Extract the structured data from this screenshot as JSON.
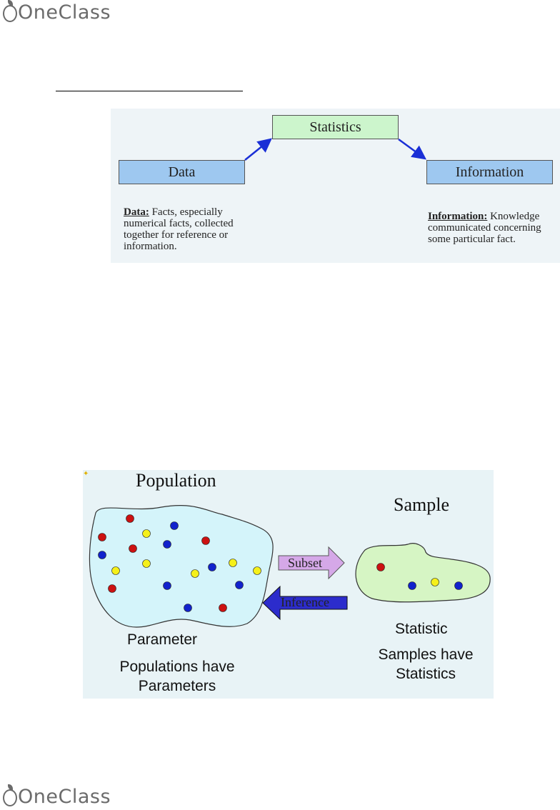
{
  "brand": {
    "name": "OneClass"
  },
  "diagram1": {
    "boxes": {
      "statistics": "Statistics",
      "data": "Data",
      "information": "Information"
    },
    "definitions": {
      "data_term": "Data:",
      "data_text": "Facts, especially numerical facts, collected together for reference or information.",
      "information_term": "Information:",
      "information_text": "Knowledge communicated concerning some particular fact."
    },
    "colors": {
      "box_blue": "#9ec8f0",
      "box_green": "#ccf5cc",
      "arrow": "#1a2fd6",
      "background": "#eef4f7"
    }
  },
  "diagram2": {
    "population_title": "Population",
    "sample_title": "Sample",
    "subset_label": "Subset",
    "inference_label": "Inference",
    "parameter_label": "Parameter",
    "population_caption_line1": "Populations have",
    "population_caption_line2": "Parameters",
    "statistic_label": "Statistic",
    "sample_caption_line1": "Samples have",
    "sample_caption_line2": "Statistics",
    "colors": {
      "population_fill": "#d4f4fa",
      "sample_fill": "#d6f5c4",
      "subset_arrow": "#d5a8e8",
      "inference_arrow": "#2c2ccc",
      "dot_red": "#cc1111",
      "dot_blue": "#1122cc",
      "dot_yellow": "#f5f01a"
    }
  }
}
